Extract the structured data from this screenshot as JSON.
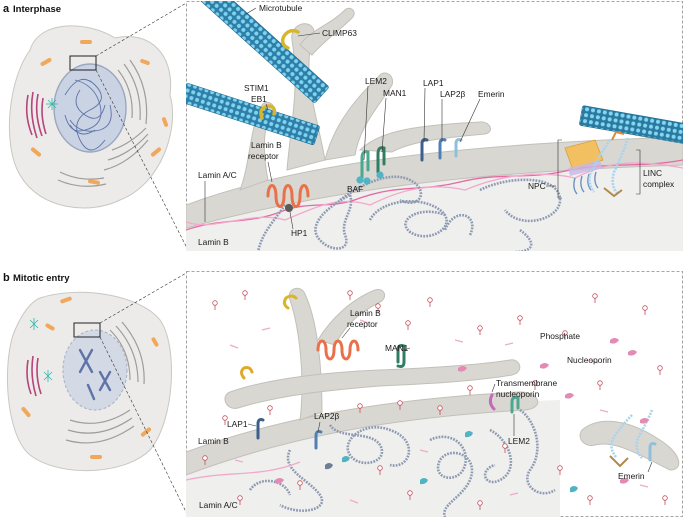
{
  "panel_a": {
    "letter": "a",
    "title": "Interphase",
    "labels": {
      "microtubule": "Microtubule",
      "climp63": "CLIMP63",
      "stim1": "STIM1",
      "eb1": "EB1",
      "lem2": "LEM2",
      "man1": "MAN1",
      "lap1": "LAP1",
      "lap2b": "LAP2β",
      "emerin": "Emerin",
      "lamin_b_receptor_1": "Lamin B",
      "lamin_b_receptor_2": "receptor",
      "lamin_ac": "Lamin A/C",
      "baf": "BAF",
      "npc": "NPC",
      "linc_1": "LINC",
      "linc_2": "complex",
      "hp1": "HP1",
      "lamin_b": "Lamin B"
    }
  },
  "panel_b": {
    "letter": "b",
    "title": "Mitotic entry",
    "labels": {
      "lamin_b_receptor_1": "Lamin B",
      "lamin_b_receptor_2": "receptor",
      "man1": "MAN1",
      "phosphate": "Phosphate",
      "nucleoporin": "Nucleoporin",
      "tm_nucleoporin_1": "Transmembrane",
      "tm_nucleoporin_2": "nucleoporin",
      "lap1": "LAP1",
      "lap2b": "LAP2β",
      "lamin_b": "Lamin B",
      "lem2": "LEM2",
      "emerin": "Emerin",
      "lamin_ac": "Lamin A/C"
    }
  },
  "colors": {
    "membrane": "#d4d2cc",
    "membrane_edge": "#b9b7b0",
    "cytoplasm": "#eeedeb",
    "microtubule": "#3b8fb8",
    "microtubule_dot": "#7fd0ee",
    "lamin_a": "#e46aa6",
    "lamin_b": "#f2a9cb",
    "chromatin": "#8e9ab2",
    "lbr": "#e8714a",
    "lem2": "#4aa88e",
    "man1": "#2f7d62",
    "lap1": "#3b5f8e",
    "lap2b": "#4f7fb3",
    "emerin": "#8fc0db",
    "climp63": "#d9b52a",
    "npc": "#f2c061",
    "phosphate": "#c24f5b"
  }
}
